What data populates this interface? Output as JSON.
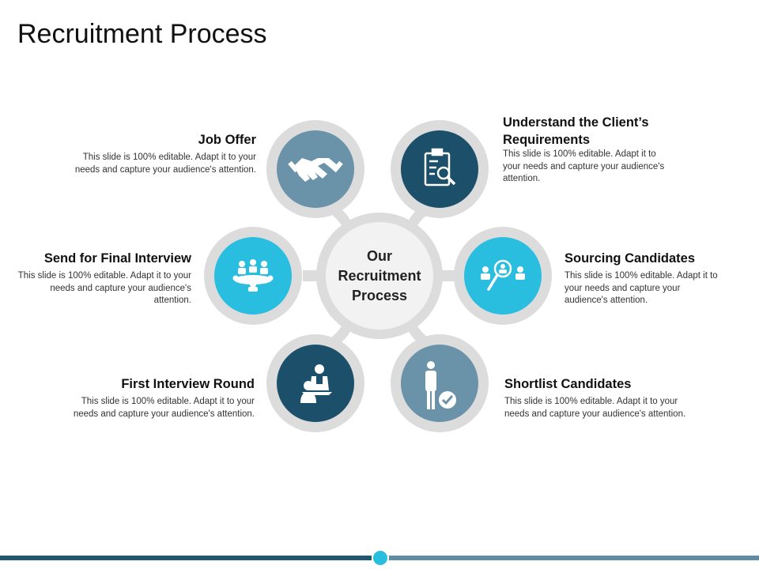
{
  "title": "Recruitment Process",
  "center": {
    "line1": "Our",
    "line2": "Recruitment",
    "line3": "Process"
  },
  "colors": {
    "ring": "#dcdcdc",
    "center_fill": "#f2f2f2",
    "teal_dark": "#1b4f6a",
    "steel": "#6a92a8",
    "cyan": "#29bde0",
    "bar_dark": "#1f5873",
    "bar_light": "#5e8ea6"
  },
  "steps": [
    {
      "heading": "Job Offer",
      "desc": "This slide is 100% editable. Adapt it to your needs and capture your audience's attention.",
      "icon": "handshake-icon",
      "color": "#6a92a8"
    },
    {
      "heading": "Understand the Client’s Requirements",
      "desc": "This slide is 100% editable. Adapt it to your needs and capture your audience's attention.",
      "icon": "clipboard-search-icon",
      "color": "#1b4f6a"
    },
    {
      "heading": "Send for Final Interview",
      "desc": "This slide is 100% editable. Adapt it to your needs and capture your audience's attention.",
      "icon": "meeting-table-icon",
      "color": "#29bde0"
    },
    {
      "heading": "Sourcing Candidates",
      "desc": "This slide is 100% editable. Adapt it to your needs and capture your audience's attention.",
      "icon": "people-search-icon",
      "color": "#29bde0"
    },
    {
      "heading": "First Interview Round",
      "desc": "This slide is 100% editable. Adapt it to your needs and capture your audience's attention.",
      "icon": "interview-icon",
      "color": "#1b4f6a"
    },
    {
      "heading": "Shortlist Candidates",
      "desc": "This slide is 100% editable. Adapt it to your needs and capture your audience's attention.",
      "icon": "person-check-icon",
      "color": "#6a92a8"
    }
  ]
}
